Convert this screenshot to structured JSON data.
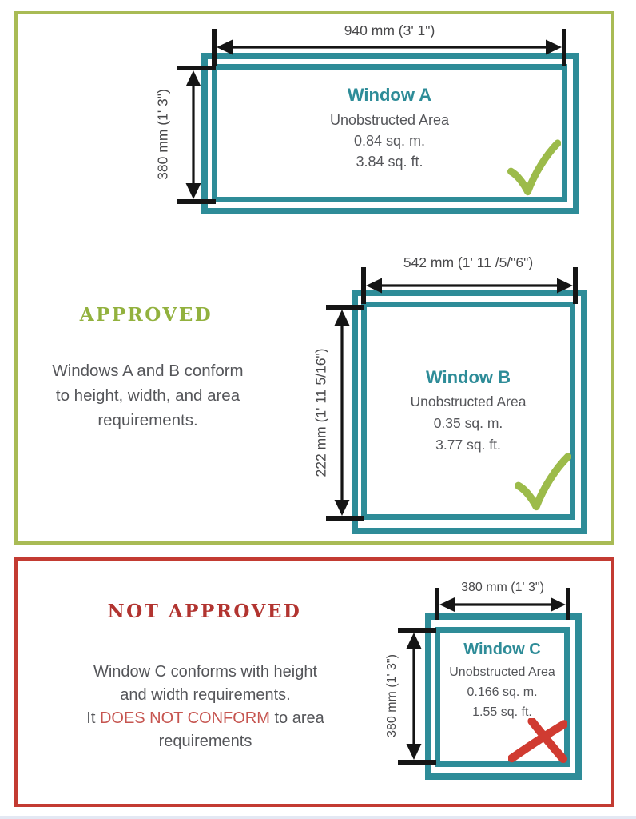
{
  "colors": {
    "teal": "#2e8c98",
    "border_green": "#a9bb55",
    "approved_green": "#92b13e",
    "check_green": "#9cbb4a",
    "border_red": "#c33b32",
    "not_approved_red": "#b23430",
    "emphasis_red": "#c65550",
    "cross_red": "#d03b31",
    "text_gray": "#55565a",
    "dim_text": "#48484a",
    "dim_line": "#151515"
  },
  "approved_section": {
    "heading": "APPROVED",
    "line1": "Windows A and B conform",
    "line2": "to height, width, and area",
    "line3": "requirements."
  },
  "not_approved_section": {
    "heading": "NOT APPROVED",
    "line1": "Window C conforms with height",
    "line2": "and width requirements.",
    "line3_prefix": "It ",
    "line3_emphasis": "DOES NOT CONFORM",
    "line3_suffix": " to area",
    "line4": "requirements"
  },
  "windows": [
    {
      "name": "Window A",
      "area_label": "Unobstructed Area",
      "area_metric": "0.84 sq. m.",
      "area_imperial": "3.84 sq. ft.",
      "width_label": "940 mm (3' 1\")",
      "height_label": "380 mm (1' 3\")",
      "status": "approved"
    },
    {
      "name": "Window B",
      "area_label": "Unobstructed Area",
      "area_metric": "0.35 sq. m.",
      "area_imperial": "3.77 sq. ft.",
      "width_label": "542 mm (1' 11 /5/\"6\")",
      "height_label": "222 mm (1' 11 5/16\")",
      "status": "approved"
    },
    {
      "name": "Window C",
      "area_label": "Unobstructed Area",
      "area_metric": "0.166 sq. m.",
      "area_imperial": "1.55 sq. ft.",
      "width_label": "380 mm (1' 3\")",
      "height_label": "380 mm (1' 3\")",
      "status": "not approved"
    }
  ]
}
